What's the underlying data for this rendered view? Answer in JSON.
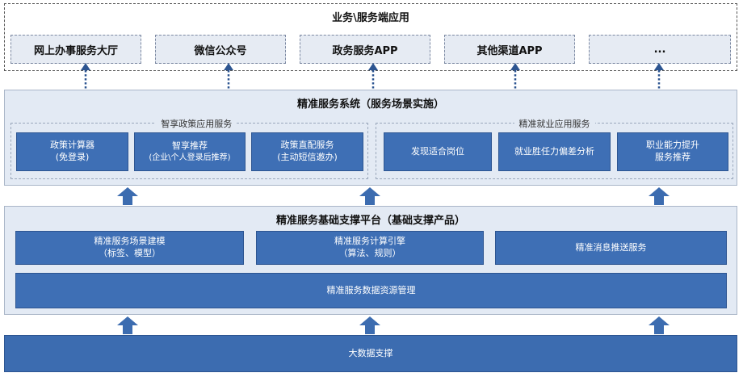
{
  "top_layer": {
    "title": "业务\\服务端应用",
    "apps": [
      "网上办事服务大厅",
      "微信公众号",
      "政务服务APP",
      "其他渠道APP",
      "..."
    ]
  },
  "system_layer": {
    "title": "精准服务系统（服务场景实施）",
    "group_left": {
      "label": "智享政策应用服务",
      "items": [
        {
          "line1": "政策计算器",
          "line2": "(免登录)"
        },
        {
          "line1": "智享推荐",
          "line2": "(企业\\个人登录后推荐)"
        },
        {
          "line1": "政策直配服务",
          "line2": "(主动短信邀办)"
        }
      ]
    },
    "group_right": {
      "label": "精准就业应用服务",
      "items": [
        {
          "line1": "发现适合岗位",
          "line2": ""
        },
        {
          "line1": "就业胜任力偏差分析",
          "line2": ""
        },
        {
          "line1": "职业能力提升",
          "line2": "服务推荐"
        }
      ]
    }
  },
  "platform_layer": {
    "title": "精准服务基础支撑平台（基础支撑产品）",
    "items": [
      {
        "line1": "精准服务场景建模",
        "line2": "（标签、模型）"
      },
      {
        "line1": "精准服务计算引擎",
        "line2": "（算法、规则）"
      },
      {
        "line1": "精准消息推送服务",
        "line2": ""
      }
    ],
    "data_mgmt": "精准服务数据资源管理"
  },
  "bottom_layer": {
    "label": "大数据支撑"
  },
  "colors": {
    "box_blue": "#3e6fb5",
    "layer_bg": "#e3eaf4",
    "bottom_blue": "#3c6cb0"
  }
}
